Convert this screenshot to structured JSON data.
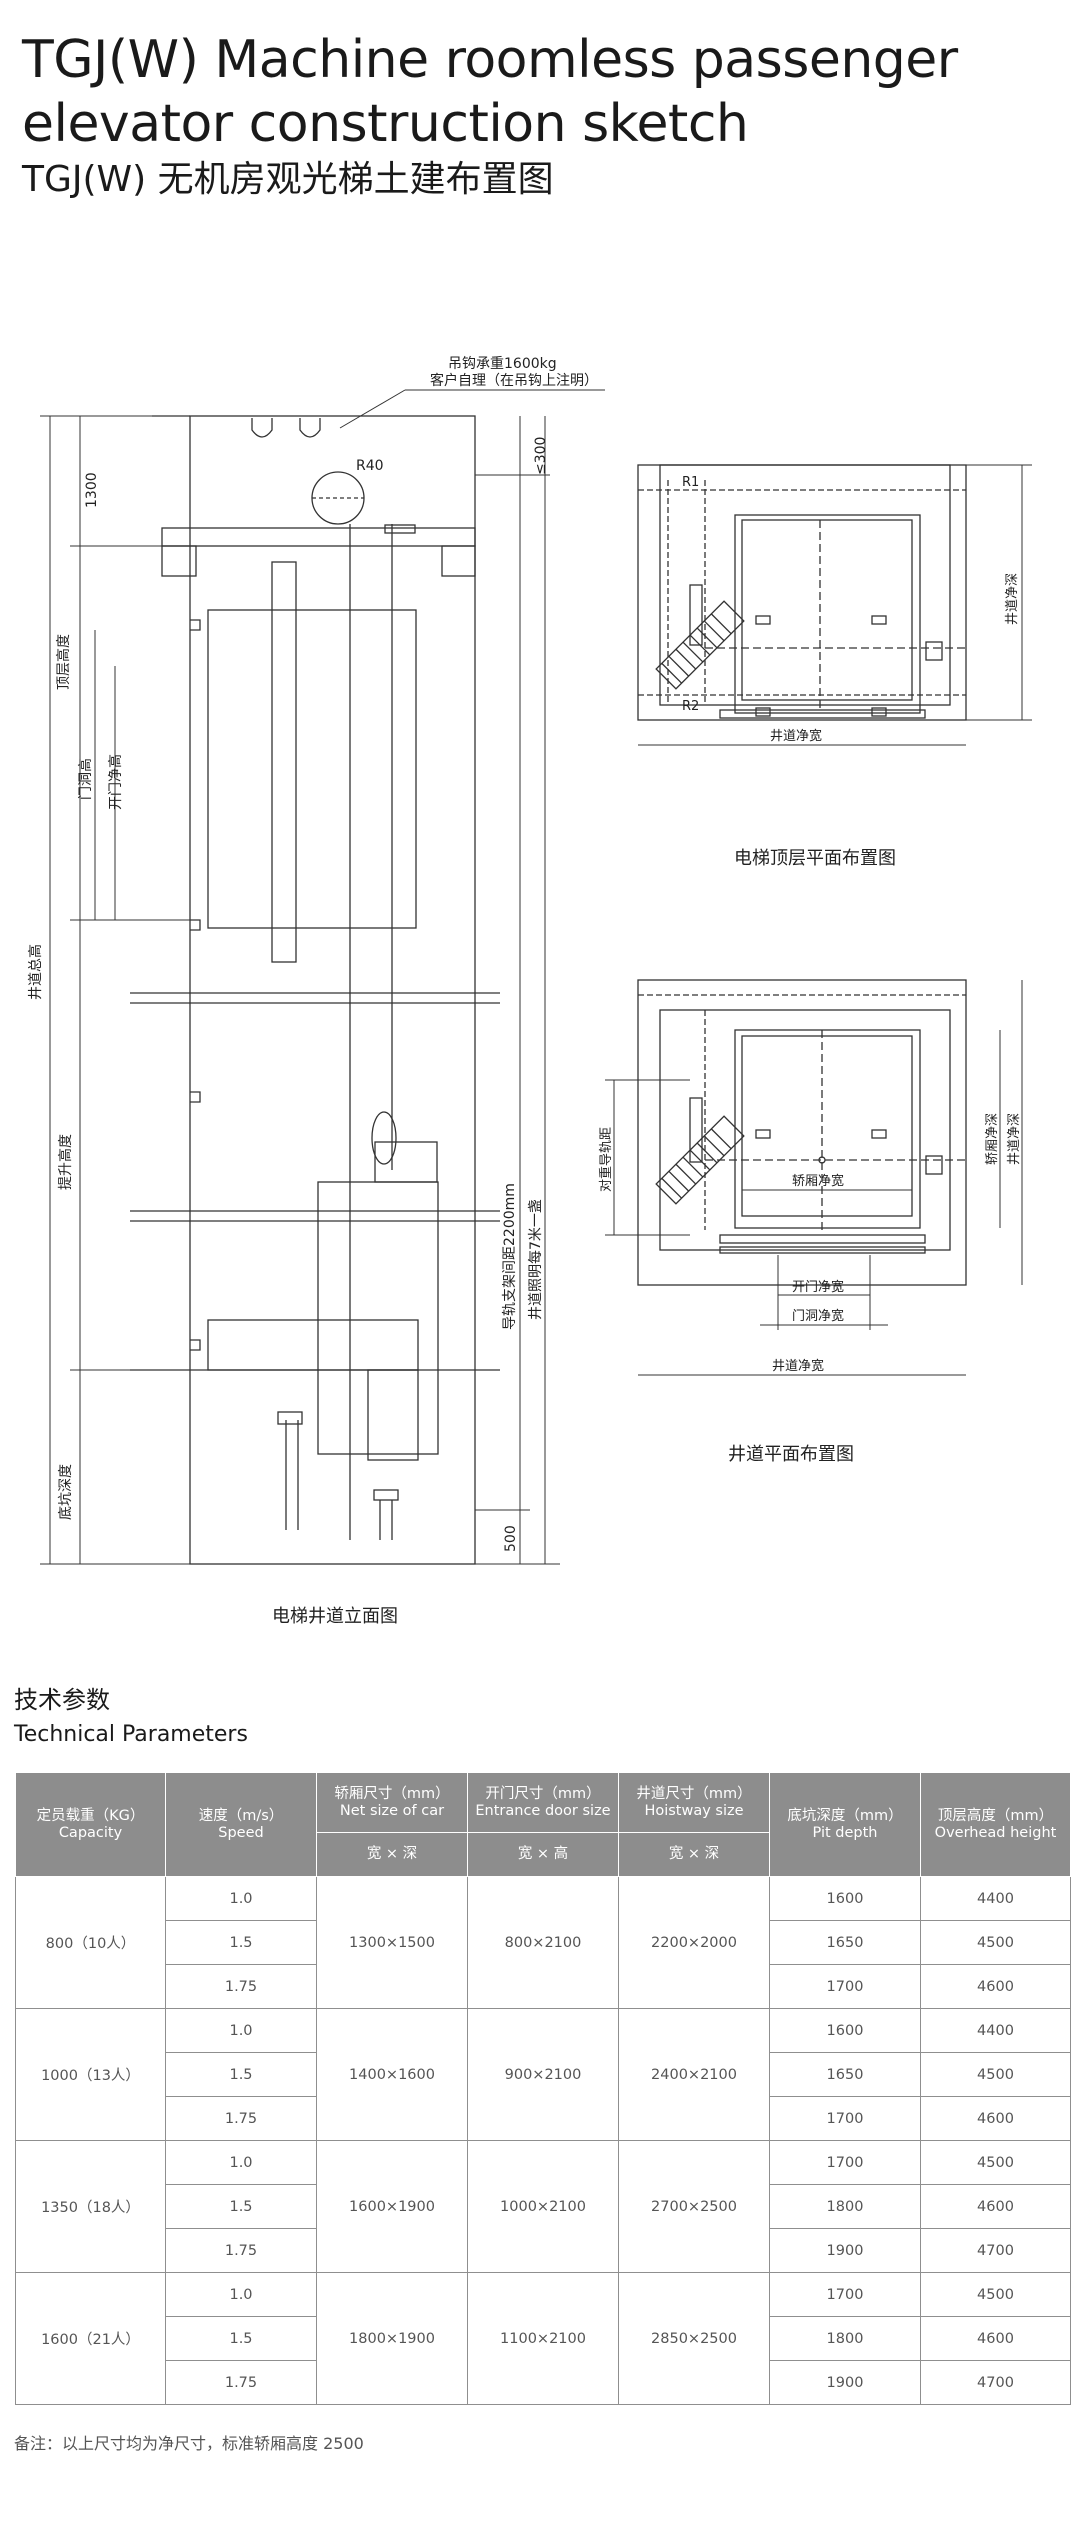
{
  "header": {
    "title_en_line1": "TGJ(W) Machine roomless passenger",
    "title_en_line2": "elevator construction sketch",
    "title_cn": "TGJ(W) 无机房观光梯土建布置图"
  },
  "elevation": {
    "hook_note_line1": "吊钩承重1600kg",
    "hook_note_line2": "客户自理（在吊钩上注明）",
    "r40": "R40",
    "dim_1300": "1300",
    "dim_le300": "≤300",
    "label_top_height": "顶层高度",
    "label_door_opening_height": "门洞高",
    "label_door_clear_height": "开门净高",
    "label_shaft_total_height": "井道总高",
    "label_travel_height": "提升高度",
    "label_pit_depth": "底坑深度",
    "label_bracket_spacing": "导轨支架间距2200mm",
    "label_lighting": "井道照明每7米一盏",
    "dim_500": "500",
    "caption": "电梯井道立面图"
  },
  "top_plan": {
    "label_r1": "R1",
    "label_r2": "R2",
    "label_shaft_depth": "井道净深",
    "label_shaft_width": "井道净宽",
    "caption": "电梯顶层平面布置图"
  },
  "shaft_plan": {
    "label_cw_rail": "对重导轨距",
    "label_car_depth": "轿厢净深",
    "label_shaft_depth": "井道净深",
    "label_car_width": "轿厢净宽",
    "label_door_clear_width": "开门净宽",
    "label_door_opening_width": "门洞净宽",
    "label_shaft_width": "井道净宽",
    "caption": "井道平面布置图"
  },
  "params": {
    "heading_cn": "技术参数",
    "heading_en": "Technical Parameters",
    "headers": {
      "capacity_cn": "定员载重（KG）",
      "capacity_en": "Capacity",
      "speed_cn": "速度（m/s）",
      "speed_en": "Speed",
      "car_cn": "轿厢尺寸（mm）",
      "car_en": "Net size of car",
      "door_cn": "开门尺寸（mm）",
      "door_en": "Entrance door size",
      "hoistway_cn": "井道尺寸（mm）",
      "hoistway_en": "Hoistway  size",
      "pit_cn": "底坑深度（mm）",
      "pit_en": "Pit depth",
      "overhead_cn": "顶层高度（mm）",
      "overhead_en": "Overhead height",
      "car_sub": "宽 × 深",
      "door_sub": "宽 × 高",
      "hoistway_sub": "宽 × 深"
    },
    "groups": [
      {
        "capacity": "800（10人）",
        "car": "1300×1500",
        "door": "800×2100",
        "hoistway": "2200×2000",
        "rows": [
          {
            "speed": "1.0",
            "pit": "1600",
            "overhead": "4400"
          },
          {
            "speed": "1.5",
            "pit": "1650",
            "overhead": "4500"
          },
          {
            "speed": "1.75",
            "pit": "1700",
            "overhead": "4600"
          }
        ]
      },
      {
        "capacity": "1000（13人）",
        "car": "1400×1600",
        "door": "900×2100",
        "hoistway": "2400×2100",
        "rows": [
          {
            "speed": "1.0",
            "pit": "1600",
            "overhead": "4400"
          },
          {
            "speed": "1.5",
            "pit": "1650",
            "overhead": "4500"
          },
          {
            "speed": "1.75",
            "pit": "1700",
            "overhead": "4600"
          }
        ]
      },
      {
        "capacity": "1350（18人）",
        "car": "1600×1900",
        "door": "1000×2100",
        "hoistway": "2700×2500",
        "rows": [
          {
            "speed": "1.0",
            "pit": "1700",
            "overhead": "4500"
          },
          {
            "speed": "1.5",
            "pit": "1800",
            "overhead": "4600"
          },
          {
            "speed": "1.75",
            "pit": "1900",
            "overhead": "4700"
          }
        ]
      },
      {
        "capacity": "1600（21人）",
        "car": "1800×1900",
        "door": "1100×2100",
        "hoistway": "2850×2500",
        "rows": [
          {
            "speed": "1.0",
            "pit": "1700",
            "overhead": "4500"
          },
          {
            "speed": "1.5",
            "pit": "1800",
            "overhead": "4600"
          },
          {
            "speed": "1.75",
            "pit": "1900",
            "overhead": "4700"
          }
        ]
      }
    ],
    "note": "备注：以上尺寸均为净尺寸，标准轿厢高度 2500"
  },
  "colors": {
    "line": "#333333",
    "header_bg": "#8d8d8d",
    "table_text": "#555555"
  }
}
